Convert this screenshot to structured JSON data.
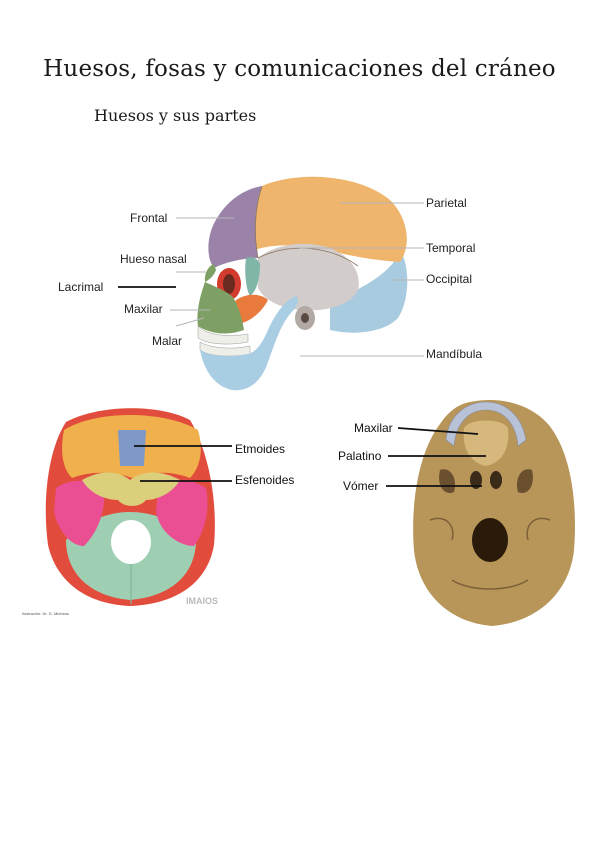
{
  "header": {
    "title": "Huesos, fosas y comunicaciones del cráneo",
    "subtitle": "Huesos y sus partes"
  },
  "lateral_view": {
    "labels": {
      "frontal": "Frontal",
      "nasal": "Hueso nasal",
      "lacrimal": "Lacrimal",
      "maxilar": "Maxilar",
      "malar": "Malar",
      "parietal": "Parietal",
      "temporal": "Temporal",
      "occipital": "Occipital",
      "mandibula": "Mandíbula"
    },
    "colors": {
      "frontal": "#9b82a8",
      "parietal": "#efb56c",
      "temporal": "#d2cccb",
      "occipital": "#a9cbe0",
      "mandibula": "#a9cde3",
      "maxilar": "#7fa064",
      "malar": "#e97a3e",
      "orbit": "#d43b2f"
    }
  },
  "cranial_base_view": {
    "labels": {
      "etmoides": "Etmoides",
      "esfenoides": "Esfenoides"
    },
    "watermark": "IMAIOS",
    "credit": "Ilustración: Dr. G. Micheau",
    "colors": {
      "frontal": "#f0b04c",
      "ethmoid": "#7e98c8",
      "sphenoid": "#dccf7c",
      "temporal": "#ea4f93",
      "occipital": "#9ecfb2",
      "parietal": "#e24c3c"
    }
  },
  "inferior_view": {
    "labels": {
      "maxilar": "Maxilar",
      "palatino": "Palatino",
      "vomer": "Vómer"
    },
    "colors": {
      "bone": "#b8965a",
      "teeth": "#b7c2d6"
    }
  }
}
